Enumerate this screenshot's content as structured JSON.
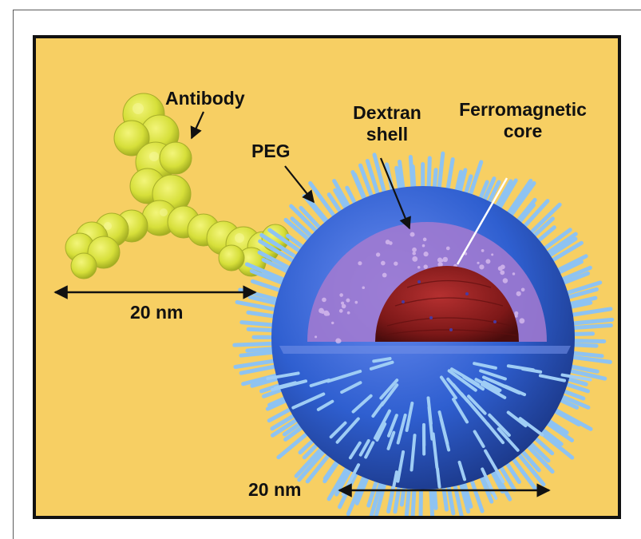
{
  "labels": {
    "antibody": "Antibody",
    "peg": "PEG",
    "dextran_line1": "Dextran",
    "dextran_line2": "shell",
    "ferro_line1": "Ferromagnetic",
    "ferro_line2": "core",
    "scale_left": "20 nm",
    "scale_right": "20 nm"
  },
  "colors": {
    "background": "#f7cf63",
    "frame": "#111111",
    "antibody": "#d8e23a",
    "peg_bristles": "#8ec3f2",
    "sphere_blue": "#2f5fd0",
    "dextran_shell": "#b48ad6",
    "core": "#8a1d1d"
  }
}
